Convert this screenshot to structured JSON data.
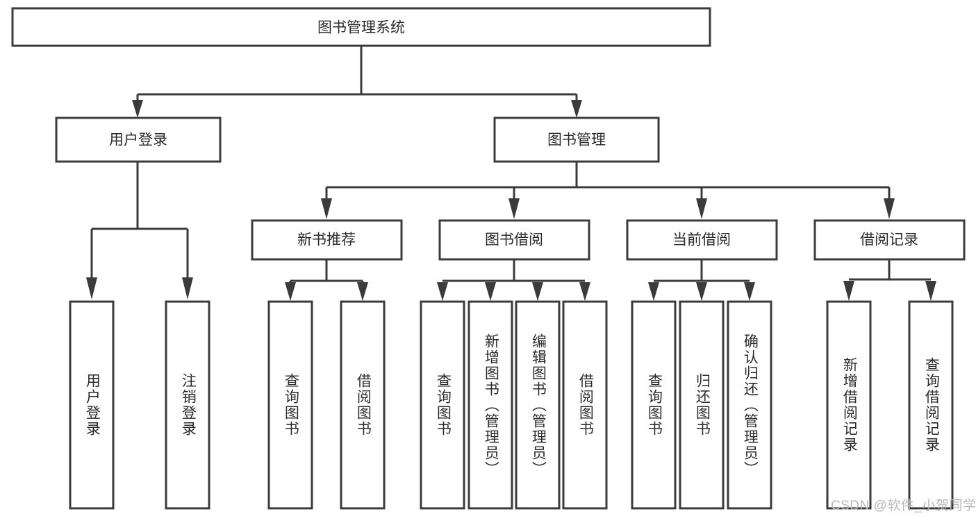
{
  "diagram": {
    "type": "tree",
    "title": "图书管理系统",
    "orientation": "top-down",
    "colors": {
      "box_stroke": "#3b3b3b",
      "box_fill": "#ffffff",
      "line": "#3b3b3b",
      "text": "#2b2b2b",
      "watermark": "#b9b9b9",
      "background": "#ffffff"
    },
    "nodes": {
      "root": {
        "label": "图书管理系统"
      },
      "level2": [
        {
          "label": "用户登录"
        },
        {
          "label": "图书管理"
        }
      ],
      "level3": [
        {
          "label": "新书推荐"
        },
        {
          "label": "图书借阅"
        },
        {
          "label": "当前借阅"
        },
        {
          "label": "借阅记录"
        }
      ],
      "leaves_user_login": [
        {
          "label": "用户登录"
        },
        {
          "label": "注销登录"
        }
      ],
      "leaves_new_book": [
        {
          "label": "查询图书"
        },
        {
          "label": "借阅图书"
        }
      ],
      "leaves_borrow": [
        {
          "label": "查询图书"
        },
        {
          "label": "新增图书（管理员）"
        },
        {
          "label": "编辑图书（管理员）"
        },
        {
          "label": "借阅图书"
        }
      ],
      "leaves_current": [
        {
          "label": "查询图书"
        },
        {
          "label": "归还图书"
        },
        {
          "label": "确认归还（管理员）"
        }
      ],
      "leaves_records": [
        {
          "label": "新增借阅记录"
        },
        {
          "label": "查询借阅记录"
        }
      ]
    },
    "watermark": "CSDN @软件_小贺同学"
  }
}
